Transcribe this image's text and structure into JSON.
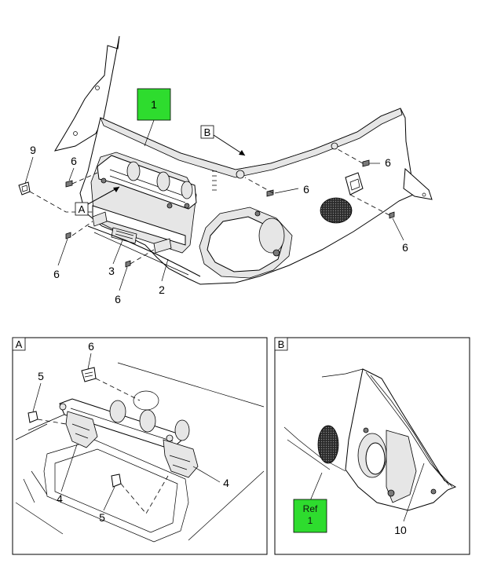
{
  "main_view": {
    "green_box": "1",
    "view_labels": {
      "a": "A",
      "b": "B"
    },
    "callouts": {
      "c9": "9",
      "c6a": "6",
      "c6b": "6",
      "c6c": "6",
      "c6d": "6",
      "c6e": "6",
      "c6f": "6",
      "c3": "3",
      "c2": "2"
    }
  },
  "detail_a": {
    "label": "A",
    "callouts": {
      "c6": "6",
      "c5a": "5",
      "c5b": "5",
      "c4a": "4",
      "c4b": "4"
    }
  },
  "detail_b": {
    "label": "B",
    "ref_line1": "Ref",
    "ref_line2": "1",
    "callouts": {
      "c10": "10"
    }
  },
  "colors": {
    "highlight": "#2edc2e",
    "line": "#000000",
    "shade": "#e6e6e6",
    "speaker_grille": "#3a3a3a"
  }
}
